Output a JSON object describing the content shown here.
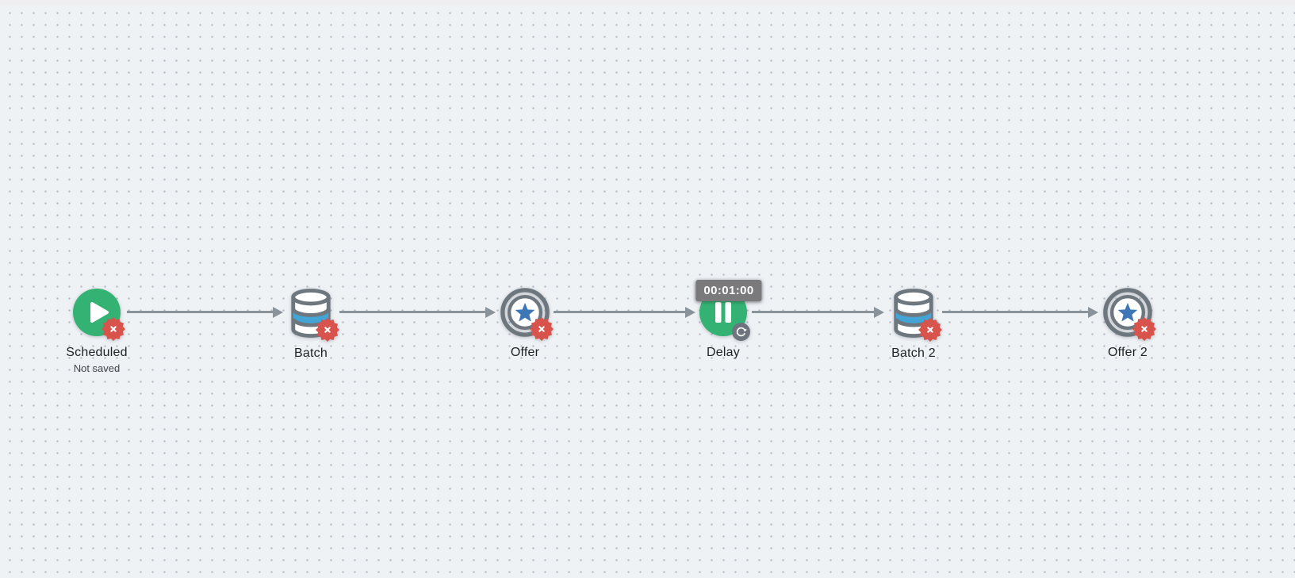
{
  "canvas": {
    "background_color": "#eff2f5",
    "dot_color": "#b7bec7",
    "top_strip_color": "#efeef0"
  },
  "workflow": {
    "nodes": [
      {
        "id": "scheduled",
        "type": "scheduler-start",
        "label": "Scheduled",
        "sublabel": "Not saved",
        "icon": "play-icon",
        "badge": "error-badge"
      },
      {
        "id": "batch",
        "type": "batch-query",
        "label": "Batch",
        "icon": "database-icon",
        "badge": "error-badge"
      },
      {
        "id": "offer",
        "type": "offer-activity",
        "label": "Offer",
        "icon": "star-target-icon",
        "badge": "error-badge"
      },
      {
        "id": "delay",
        "type": "delay",
        "label": "Delay",
        "icon": "pause-icon",
        "badge": "refresh-badge",
        "tooltip": "00:01:00"
      },
      {
        "id": "batch-2",
        "type": "batch-query",
        "label": "Batch 2",
        "icon": "database-icon",
        "badge": "error-badge"
      },
      {
        "id": "offer-2",
        "type": "offer-activity",
        "label": "Offer 2",
        "icon": "star-target-icon",
        "badge": "error-badge"
      }
    ],
    "connectors": [
      {
        "from": "scheduled",
        "to": "batch"
      },
      {
        "from": "batch",
        "to": "offer"
      },
      {
        "from": "offer",
        "to": "delay"
      },
      {
        "from": "delay",
        "to": "batch-2"
      },
      {
        "from": "batch-2",
        "to": "offer-2"
      }
    ]
  },
  "colors": {
    "node_green": "#33b273",
    "star_blue": "#3e77b6",
    "database_blue": "#42a5d6",
    "icon_gray": "#6e767e",
    "arrow_gray": "#8a929a",
    "error_red": "#d9534d",
    "refresh_badge_gray": "#6d747d",
    "tooltip_bg": "#7a7a7c",
    "label_color": "#202326",
    "sublabel_color": "#40464d"
  }
}
